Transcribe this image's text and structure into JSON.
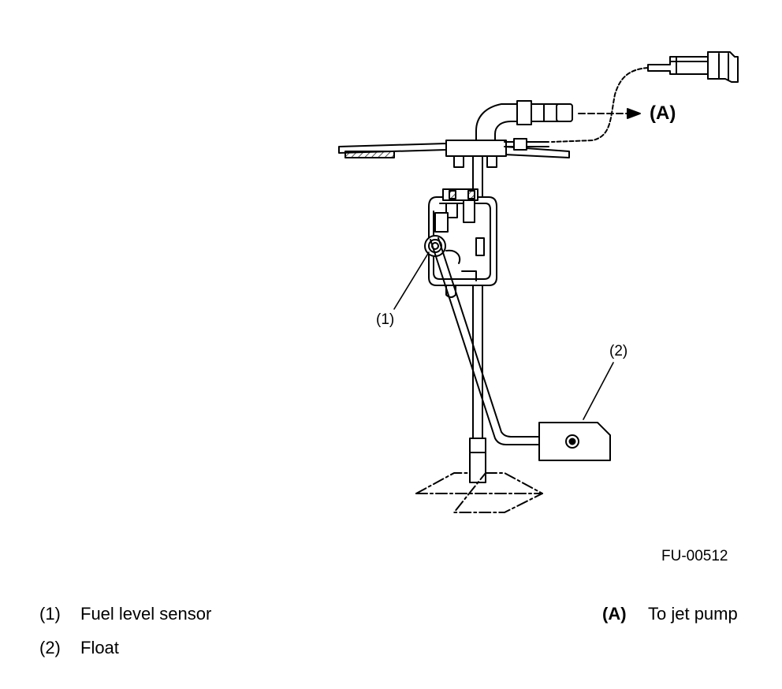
{
  "diagram": {
    "callouts": {
      "c1": "(1)",
      "c2": "(2)",
      "cA": "(A)"
    },
    "figure_code": "FU-00512"
  },
  "legend": {
    "items": [
      {
        "num": "(1)",
        "label": "Fuel level sensor"
      },
      {
        "num": "(2)",
        "label": "Float"
      }
    ],
    "note": {
      "num": "(A)",
      "label": "To jet pump"
    }
  },
  "colors": {
    "ink": "#000000",
    "paper": "#ffffff"
  }
}
